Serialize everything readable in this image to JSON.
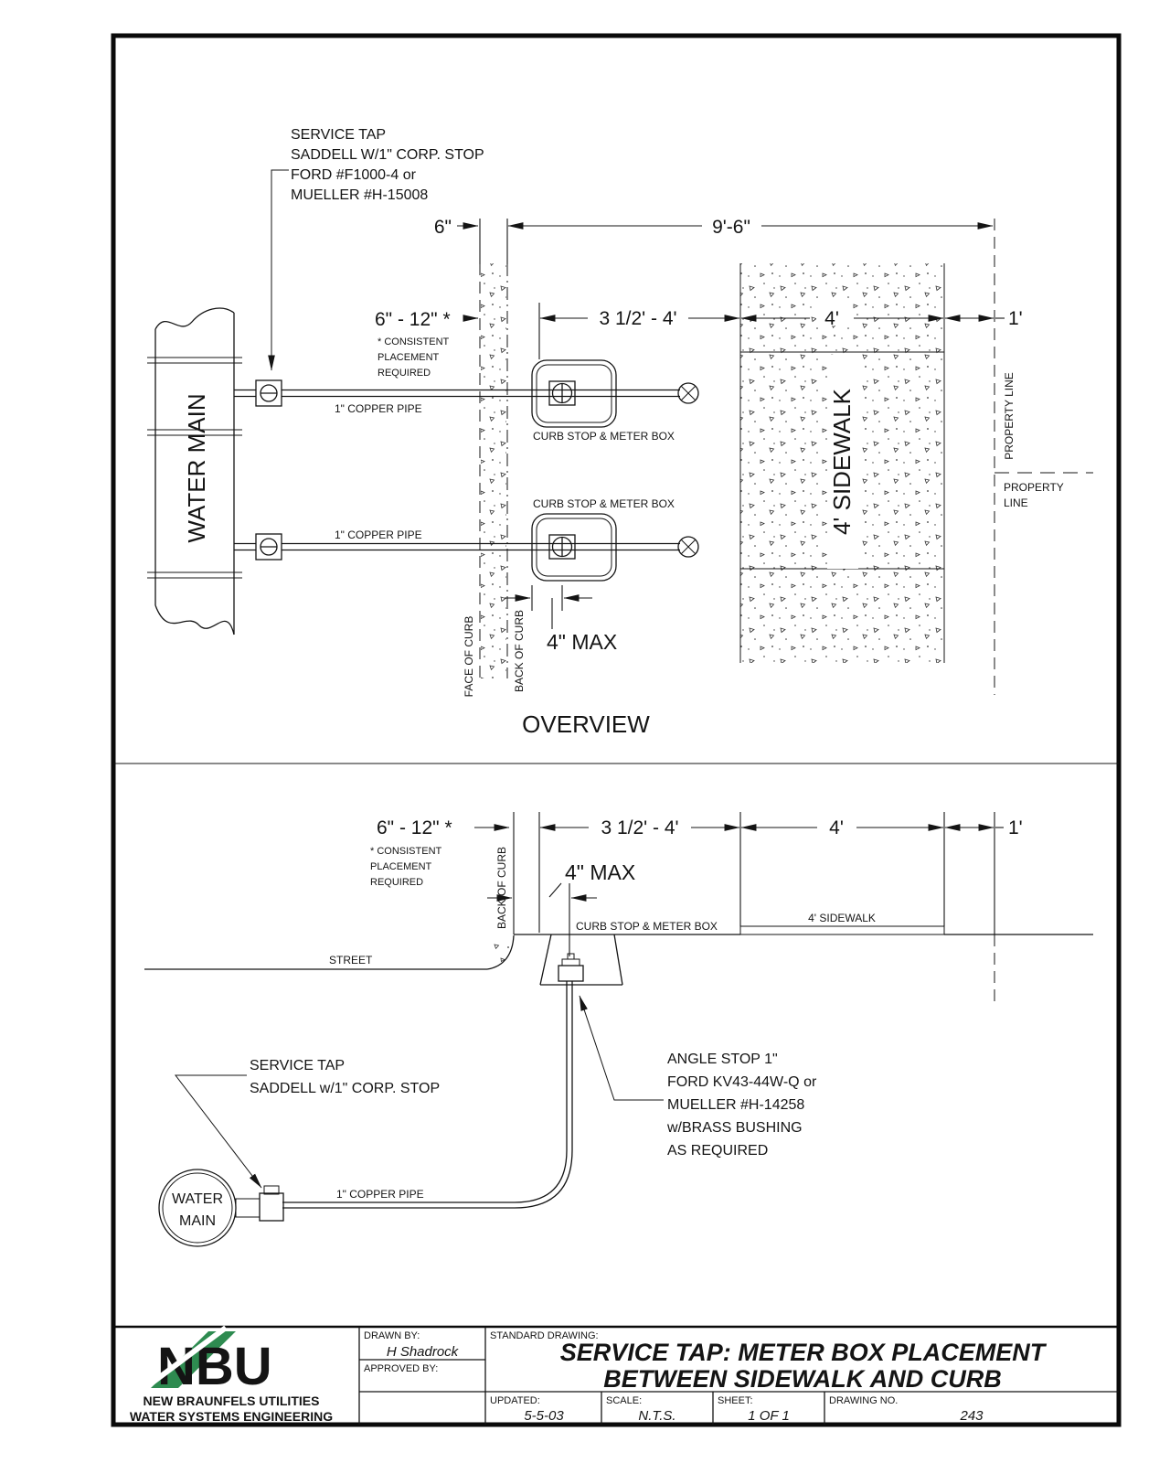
{
  "overview": {
    "view_title": "OVERVIEW",
    "note_service_tap": [
      "SERVICE TAP",
      "SADDELL W/1\" CORP. STOP",
      "FORD #F1000-4 or",
      "MUELLER #H-15008"
    ],
    "note_consistent": [
      "* CONSISTENT",
      "PLACEMENT",
      "REQUIRED"
    ],
    "dims": {
      "curb_width": "6\"",
      "total": "9'-6\"",
      "offset": "6\" - 12\" *",
      "box_range": "3 1/2' - 4'",
      "sidewalk_width": "4'",
      "strip": "1'",
      "box_offset": "4\" MAX"
    },
    "labels": {
      "water_main": "WATER MAIN",
      "copper_pipe_1": "1\" COPPER PIPE",
      "copper_pipe_2": "1\" COPPER PIPE",
      "curb_stop_box_1": "CURB STOP & METER BOX",
      "curb_stop_box_2": "CURB STOP & METER BOX",
      "face_of_curb": "FACE OF CURB",
      "back_of_curb": "BACK OF CURB",
      "sidewalk": "4' SIDEWALK",
      "property_line_vertical": "PROPERTY LINE",
      "property_line_horizontal": [
        "PROPERTY",
        "LINE"
      ]
    }
  },
  "profile": {
    "note_consistent": [
      "* CONSISTENT",
      "PLACEMENT",
      "REQUIRED"
    ],
    "note_service_tap": [
      "SERVICE TAP",
      "SADDELL w/1\" CORP. STOP"
    ],
    "note_angle_stop": [
      "ANGLE STOP 1\"",
      "FORD KV43-44W-Q or",
      "MUELLER #H-14258",
      "w/BRASS BUSHING",
      "AS REQUIRED"
    ],
    "dims": {
      "offset": "6\" - 12\" *",
      "box_range": "3 1/2' - 4'",
      "sidewalk_width": "4'",
      "strip": "1'",
      "box_offset": "4\" MAX"
    },
    "labels": {
      "street": "STREET",
      "back_of_curb": "BACK OF CURB",
      "curb_stop_box": "CURB STOP & METER BOX",
      "sidewalk": "4' SIDEWALK",
      "copper_pipe": "1\" COPPER PIPE",
      "water_main": [
        "WATER",
        "MAIN"
      ]
    }
  },
  "title_block": {
    "drawn_by_label": "DRAWN BY:",
    "drawn_by": "H Shadrock",
    "approved_by_label": "APPROVED BY:",
    "standard_drawing_label": "STANDARD DRAWING:",
    "title_line1": "SERVICE TAP: METER BOX PLACEMENT",
    "title_line2": "BETWEEN SIDEWALK AND CURB",
    "updated_label": "UPDATED:",
    "updated": "5-5-03",
    "scale_label": "SCALE:",
    "scale": "N.T.S.",
    "sheet_label": "SHEET:",
    "sheet": "1 OF 1",
    "drawing_no_label": "DRAWING NO.",
    "drawing_no": "243",
    "logo_text": "NBU",
    "org_line1": "NEW BRAUNFELS UTILITIES",
    "org_line2": "WATER SYSTEMS ENGINEERING",
    "logo_green": "#2e8b50",
    "logo_blue": "#28288e"
  }
}
